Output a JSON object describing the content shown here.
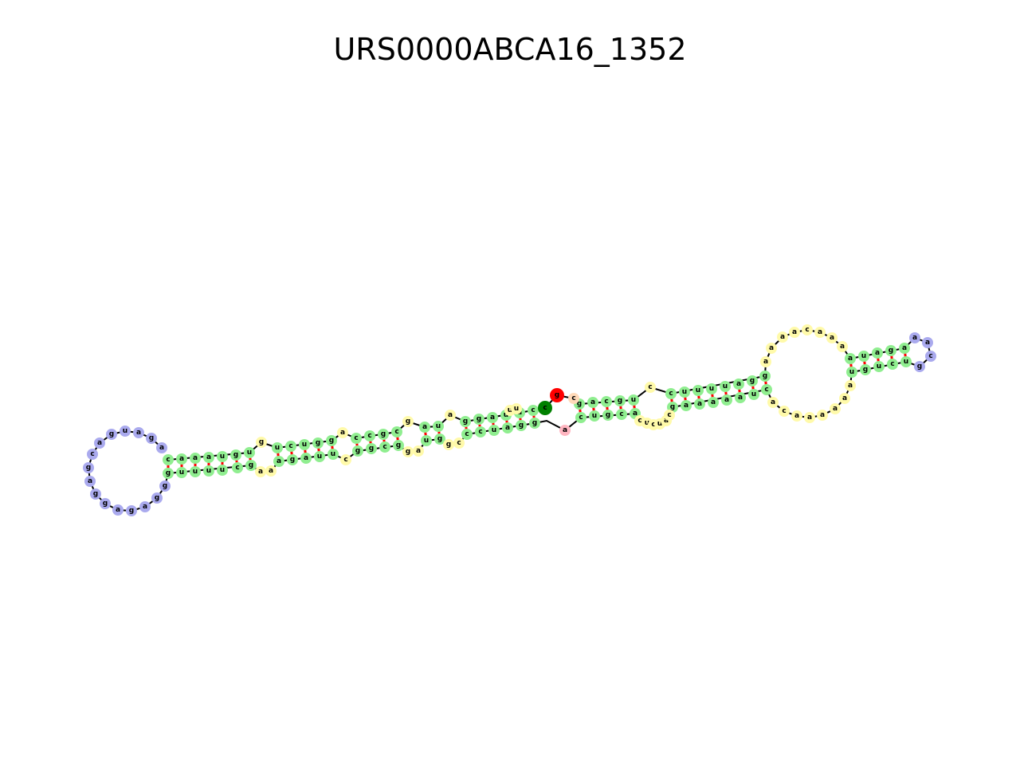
{
  "title": "URS0000ABCA16_1352",
  "colors": {
    "stem": "#90ee90",
    "loop": "#fffaaa",
    "hairpin": "#aaaaee",
    "five_prime": "#ff0000",
    "three_prime": "#008000",
    "unpaired_special": "#ffb6c1",
    "multiloop_junction": "#ffdab9",
    "backbone": "#000000",
    "pair_bond": "#ff0000"
  },
  "structure": {
    "five_prime_base": "g",
    "three_prime_base": "c",
    "left_hairpin_loop": [
      "c",
      "a",
      "g",
      "u",
      "a",
      "g",
      "g",
      "a",
      "g",
      "a",
      "g",
      "g",
      "a",
      "c",
      "g",
      "a"
    ],
    "right_hairpin_loop": [
      "a",
      "a",
      "c",
      "g"
    ],
    "large_internal_loop_top": [
      "a",
      "a",
      "c",
      "a",
      "a",
      "a"
    ],
    "large_internal_loop_bottom": [
      "a",
      "c",
      "a",
      "a",
      "a",
      "a",
      "a"
    ]
  }
}
